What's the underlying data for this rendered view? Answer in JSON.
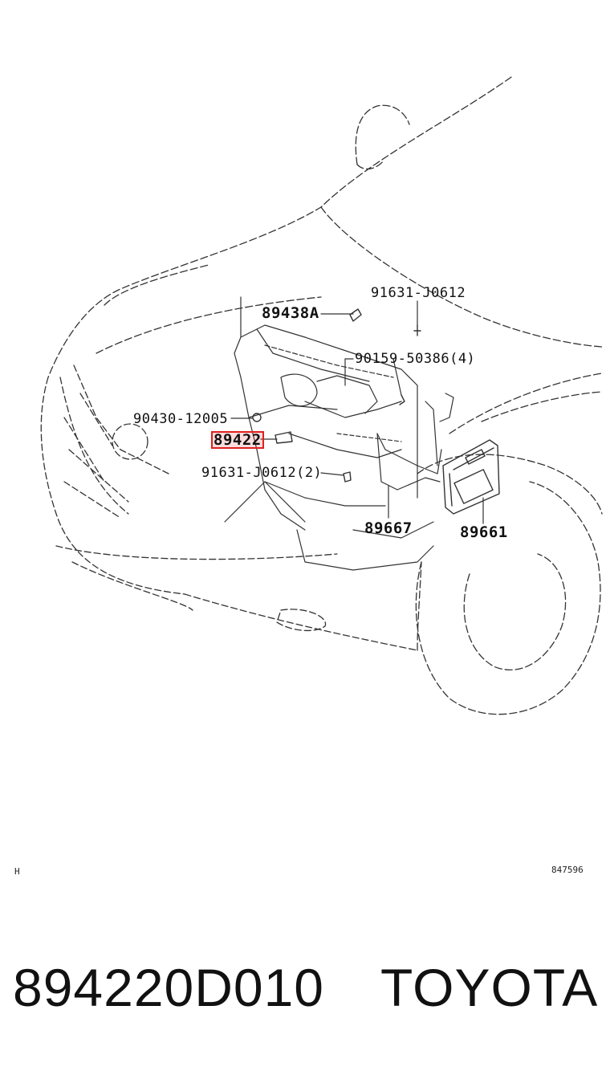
{
  "diagram": {
    "labels": {
      "p89438a": "89438A",
      "p91631_top": "91631-J0612",
      "p90159": "90159-50386(4)",
      "p90430": "90430-12005",
      "p89422": "89422",
      "p91631_mid": "91631-J0612(2)",
      "p89667": "89667",
      "p89661": "89661"
    },
    "highlight_color": "#e02020",
    "corner_left": "H",
    "corner_right": "847596"
  },
  "footer": {
    "part_number": "894220D010",
    "brand": "TOYOTA"
  }
}
